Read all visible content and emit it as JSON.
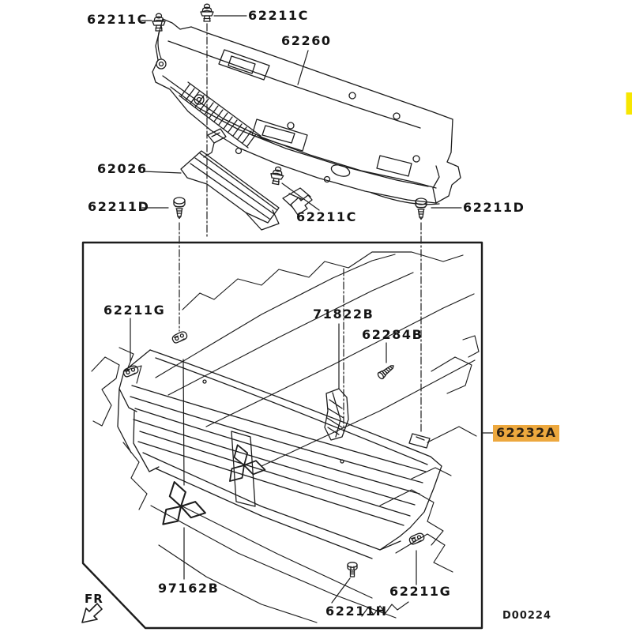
{
  "diagram": {
    "type": "front-grille-parts-diagram",
    "drawing_code": "D00224",
    "direction_indicator": "FR",
    "highlighted_part": "62232A",
    "colors": {
      "line": "#1c1c1c",
      "background": "#ffffff",
      "highlight": "#EDA83E",
      "edge_marker": "#F7E600"
    },
    "labels": {
      "clip_top_left": "62211C",
      "clip_top_mid": "62211C",
      "upper_panel": "62260",
      "air_guide_bracket": "62026",
      "screw_left": "62211D",
      "clip_center": "62211C",
      "screw_right": "62211D",
      "clip_grille_upper": "62211G",
      "grille_bracket": "71822B",
      "tapping_screw": "62284B",
      "front_grille": "62232A",
      "emblem": "97162B",
      "clip_grille_lower": "62211G",
      "bolt_lower": "62211H"
    },
    "icons": {
      "push_clip": "push-clip-icon",
      "dome_screw": "dome-screw-icon",
      "grommet_clip": "grommet-clip-icon",
      "hex_bolt": "hex-bolt-icon",
      "tapping_screw": "tapping-screw-icon",
      "emblem_mark": "three-diamond-emblem",
      "direction_arrow": "hollow-arrow-down-left"
    }
  }
}
